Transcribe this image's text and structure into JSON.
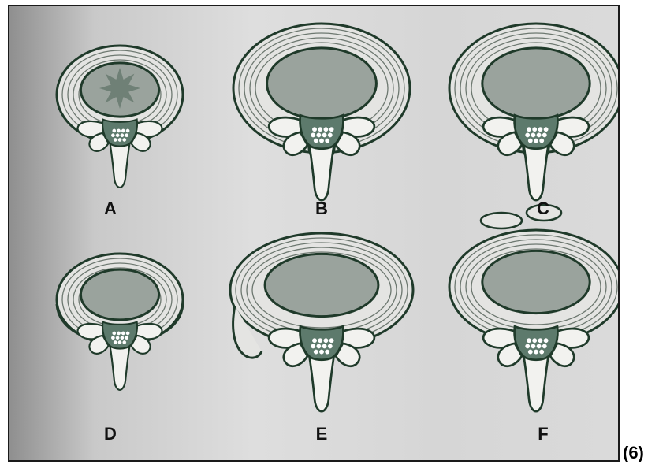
{
  "panels": [
    {
      "label": "A"
    },
    {
      "label": "B"
    },
    {
      "label": "C"
    },
    {
      "label": "D"
    },
    {
      "label": "E"
    },
    {
      "label": "F"
    }
  ],
  "figure_number": "(6)",
  "colors": {
    "outline": "#1f3a2a",
    "nucleus_fill": "#9aa39d",
    "annulus_fill": "#e4e4e2",
    "canal_fill": "#5d7a6c",
    "bone_fill": "#f2f2ef",
    "paper": "#d9d9d9"
  }
}
